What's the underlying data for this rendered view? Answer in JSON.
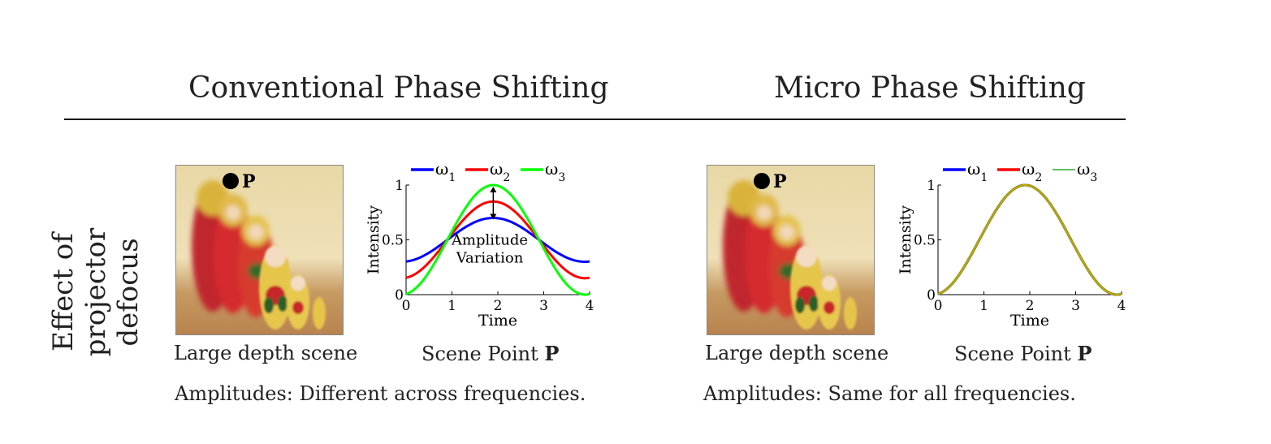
{
  "columns": [
    {
      "title": "Conventional Phase Shifting",
      "photo_caption": "Large depth scene",
      "point_label": "P",
      "chart_caption_prefix": "Scene Point",
      "chart_caption_bold": "P",
      "note": "Amplitudes: Different across frequencies.",
      "annotation": [
        "Amplitude",
        "Variation"
      ]
    },
    {
      "title": "Micro Phase Shifting",
      "photo_caption": "Large depth scene",
      "point_label": "P",
      "chart_caption_prefix": "Scene Point",
      "chart_caption_bold": "P",
      "note": "Amplitudes: Same for all frequencies."
    }
  ],
  "row_label": [
    "Effect of",
    "projector defocus"
  ],
  "chart_data": [
    {
      "type": "line",
      "xlabel": "Time",
      "ylabel": "Intensity",
      "xlim": [
        0,
        4
      ],
      "ylim": [
        0,
        1
      ],
      "xticks": [
        "0",
        "1",
        "2",
        "3",
        "4"
      ],
      "yticks": [
        "0",
        "0.5",
        "1"
      ],
      "legend_position": "top",
      "period": 4,
      "peak_x": 1.9,
      "series": [
        {
          "name": "ω1",
          "color": "#0000ff",
          "min": 0.3,
          "max": 0.7
        },
        {
          "name": "ω2",
          "color": "#ff0000",
          "min": 0.15,
          "max": 0.85
        },
        {
          "name": "ω3",
          "color": "#00ff00",
          "min": 0.0,
          "max": 1.0
        }
      ]
    },
    {
      "type": "line",
      "xlabel": "Time",
      "ylabel": "Intensity",
      "xlim": [
        0,
        4
      ],
      "ylim": [
        0,
        1
      ],
      "xticks": [
        "0",
        "1",
        "2",
        "3",
        "4"
      ],
      "yticks": [
        "0",
        "0.5",
        "1"
      ],
      "legend_position": "top",
      "period": 4,
      "peak_x": 1.9,
      "series": [
        {
          "name": "ω1",
          "color": "#0000ff",
          "min": 0.0,
          "max": 1.0
        },
        {
          "name": "ω2",
          "color": "#ff0000",
          "min": 0.0,
          "max": 1.0
        },
        {
          "name": "ω3",
          "color": "#2eaa2e",
          "min": 0.0,
          "max": 1.0
        }
      ],
      "overlay_color": "#c8a200"
    }
  ]
}
